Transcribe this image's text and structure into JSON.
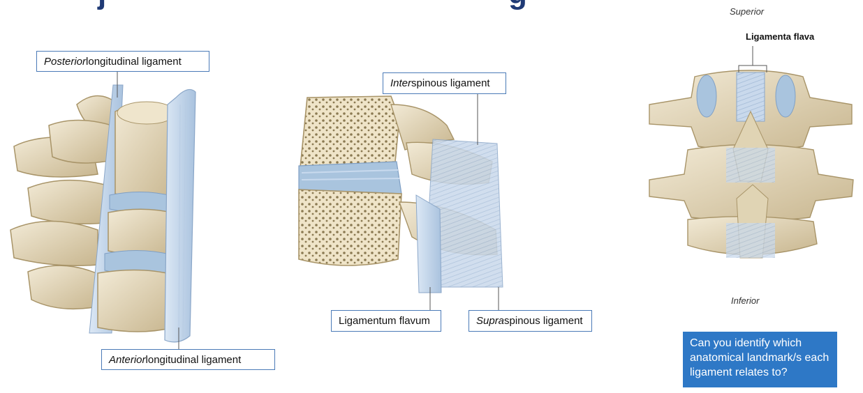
{
  "title_fragment_left": "j",
  "title_fragment_right": "g",
  "labels": {
    "posterior": {
      "emph": "Posterior",
      "rest": " longitudinal ligament"
    },
    "anterior": {
      "emph": "Anterior",
      "rest": " longitudinal ligament"
    },
    "interspinous": {
      "emph": "Inter",
      "rest": "spinous ligament"
    },
    "flavum": {
      "emph": "",
      "rest": "Ligamentum flavum"
    },
    "supraspinous": {
      "emph": "Supra",
      "rest": "spinous ligament"
    }
  },
  "right_figure": {
    "superior": "Superior",
    "inferior": "Inferior",
    "ligamenta_flava": "Ligamenta flava"
  },
  "question": "Can you identify which anatomical landmark/s each ligament relates to?",
  "colors": {
    "bone": "#e6dcc4",
    "bone_shade": "#c9b994",
    "disc": "#a9c4de",
    "ligament": "#c7d8ec",
    "label_border": "#4a7ab7",
    "question_bg": "#2e78c6",
    "title": "#1f3a75"
  }
}
